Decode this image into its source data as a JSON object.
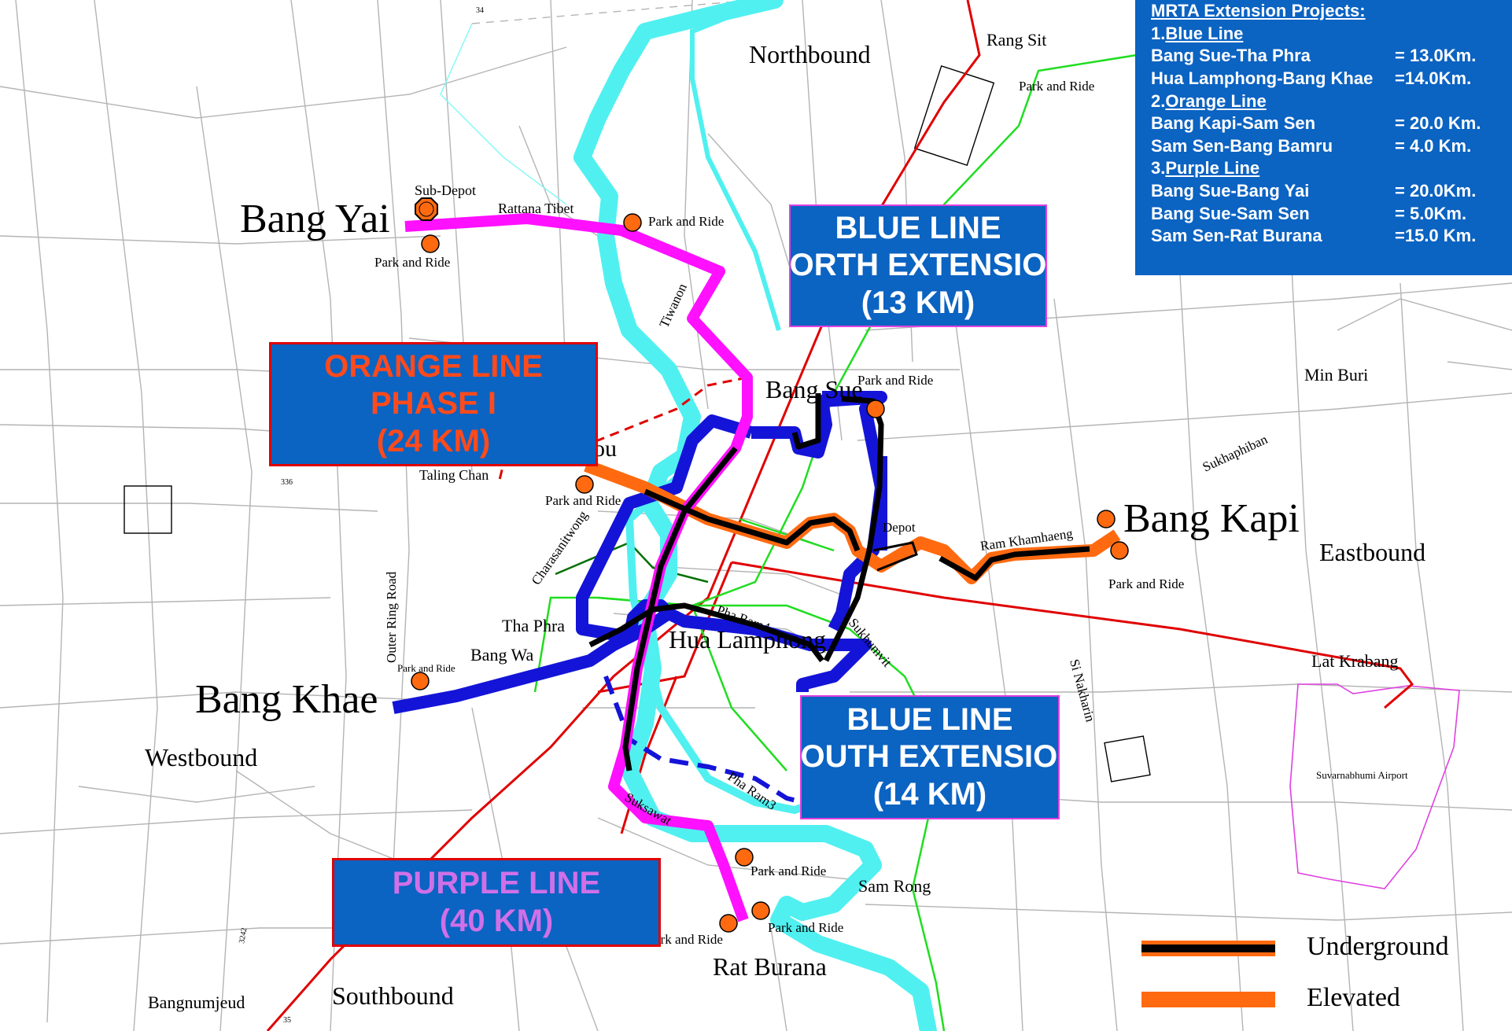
{
  "info_panel": {
    "title": "MRTA Extension Projects:",
    "sections": [
      {
        "num": "1.",
        "name": "Blue Line",
        "rows": [
          {
            "route": "Bang Sue-Tha Phra",
            "dist": "= 13.0Km."
          },
          {
            "route": "Hua Lamphong-Bang Khae",
            "dist": "=14.0Km."
          }
        ]
      },
      {
        "num": "2.",
        "name": "Orange Line",
        "rows": [
          {
            "route": "Bang Kapi-Sam Sen",
            "dist": "= 20.0 Km."
          },
          {
            "route": "Sam Sen-Bang Bamru",
            "dist": "= 4.0 Km."
          }
        ]
      },
      {
        "num": "3.",
        "name": "Purple Line",
        "rows": [
          {
            "route": "Bang Sue-Bang Yai",
            "dist": "= 20.0Km."
          },
          {
            "route": "Bang Sue-Sam Sen",
            "dist": "=   5.0Km."
          },
          {
            "route": "Sam Sen-Rat Burana",
            "dist": "=15.0 Km."
          }
        ]
      }
    ]
  },
  "boxes": {
    "blue_north": {
      "lines": [
        "BLUE LINE",
        "NORTH EXTENSION",
        "(13 KM)"
      ],
      "color": "#ffffff"
    },
    "orange": {
      "lines": [
        "ORANGE LINE",
        "PHASE I",
        "(24 KM)"
      ],
      "color": "#ff4a1c"
    },
    "blue_south": {
      "lines": [
        "BLUE LINE",
        "SOUTH EXTENSION",
        "(14 KM)"
      ],
      "color": "#ffffff"
    },
    "purple": {
      "lines": [
        "PURPLE LINE",
        "(40 KM)"
      ],
      "color": "#d070e8"
    }
  },
  "legend": {
    "underground": "Underground",
    "elevated": "Elevated"
  },
  "places": {
    "northbound": "Northbound",
    "rang_sit": "Rang Sit",
    "bang_yai": "Bang Yai",
    "rattana_tibet": "Rattana Tibet",
    "tiwanon": "Tiwanon",
    "bang_sue": "Bang Sue",
    "sub_depot": "Sub-Depot",
    "min_buri": "Min Buri",
    "sukhaphiban": "Sukhaphiban",
    "bang_kapi": "Bang Kapi",
    "eastbound": "Eastbound",
    "ram_khamhaeng": "Ram Khamhaeng",
    "depot": "Depot",
    "taling_chan": "Taling Chan",
    "charasanitwong": "Charasanitwong",
    "outer_ring": "Outer Ring Road",
    "tha_phra": "Tha Phra",
    "bang_wa": "Bang Wa",
    "hua_lamphong": "Hua Lamphong",
    "pha_ram4": "Pha Ram4",
    "sukhumvit": "Sukhumvit",
    "lat_krabang": "Lat Krabang",
    "si_nakharin": "Si Nakharin",
    "bang_khae": "Bang Khae",
    "westbound": "Westbound",
    "suvarnabhumi": "Suvarnabhumi Airport",
    "pha_ram3": "Pha Ram3",
    "suksawat": "Suksawat",
    "sam_rong": "Sam Rong",
    "rat_burana": "Rat Burana",
    "southbound": "Southbound",
    "bangnumjeud": "Bangnumjeud",
    "park_and_ride": "Park and Ride",
    "park_and_ride_cut": "ark and Ride",
    "ou_fragment": "ou",
    "road_336": "336",
    "road_3242": "3242",
    "road_35": "35",
    "road_34": "34"
  },
  "colors": {
    "blue": "#1414d8",
    "orange": "#ff6a10",
    "purple": "#ff10ff",
    "river": "#50f0f0",
    "red": "#e00000",
    "green": "#20dd20",
    "box_bg": "#0b63c2"
  }
}
